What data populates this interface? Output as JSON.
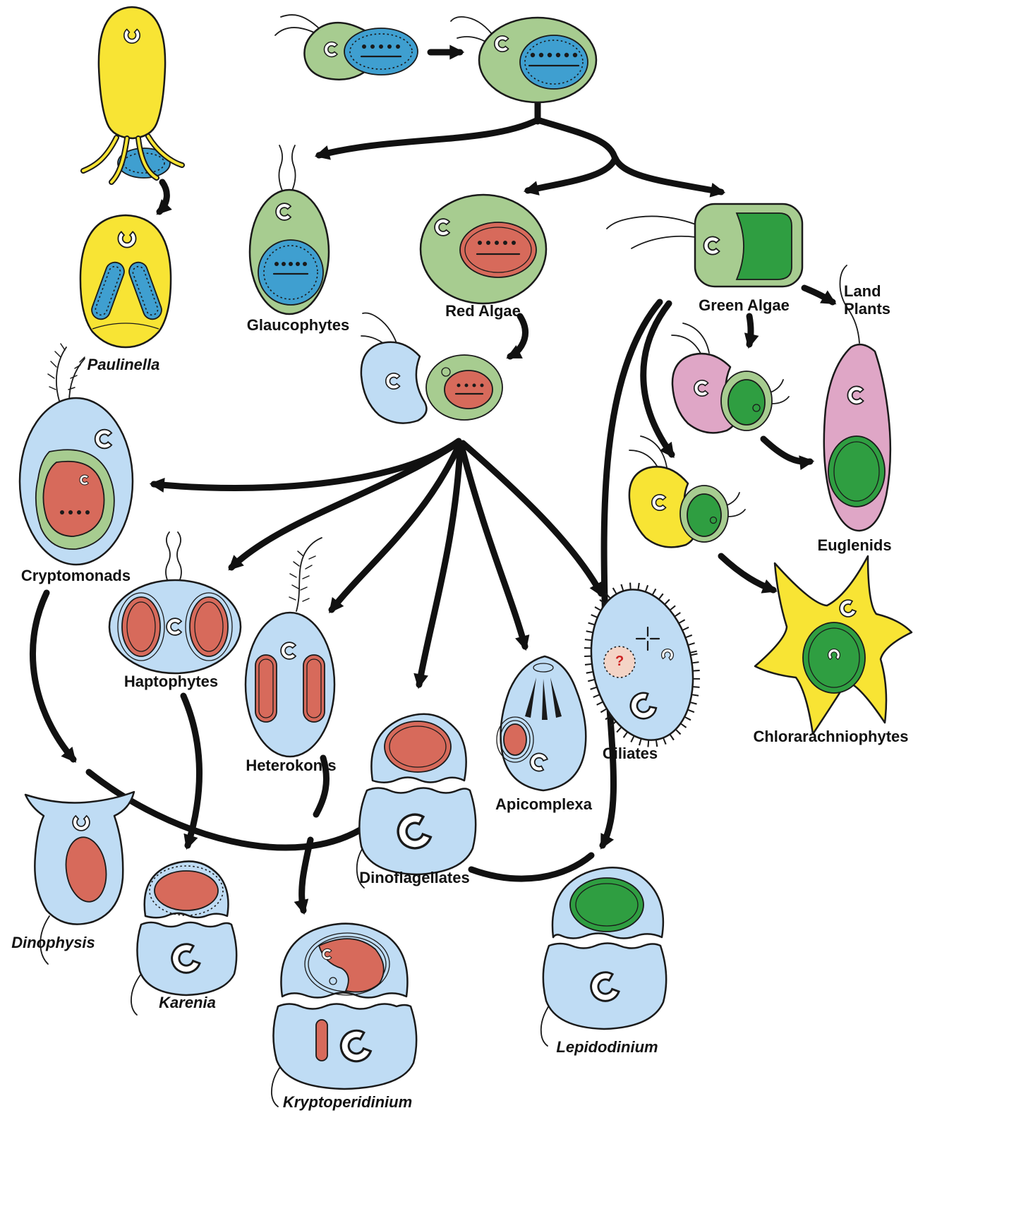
{
  "labels": {
    "paulinella": "Paulinella",
    "glaucophytes": "Glaucophytes",
    "red_algae": "Red Algae",
    "green_algae": "Green Algae",
    "land_plants": "Land Plants",
    "euglenids": "Euglenids",
    "chlorarachniophytes": "Chlorarachniophytes",
    "cryptomonads": "Cryptomonads",
    "haptophytes": "Haptophytes",
    "heterokonts": "Heterokonts",
    "dinoflagellates": "Dinoflagellates",
    "apicomplexa": "Apicomplexa",
    "ciliates": "Ciliates",
    "dinophysis": "Dinophysis",
    "karenia": "Karenia",
    "kryptoperidinium": "Kryptoperidinium",
    "lepidodinium": "Lepidodinium",
    "question_mark": "?"
  },
  "colors": {
    "yellow": "#F8E434",
    "host_green": "#A7CC90",
    "plastid_green": "#2F9E41",
    "cyanobacteria_blue": "#3F9FD0",
    "host_blue": "#BFDCF4",
    "red_plastid": "#D76A5B",
    "pink": "#DFA6C6",
    "outline": "#1A1A1A",
    "arrow": "#111111",
    "question_red": "#CC2222"
  }
}
